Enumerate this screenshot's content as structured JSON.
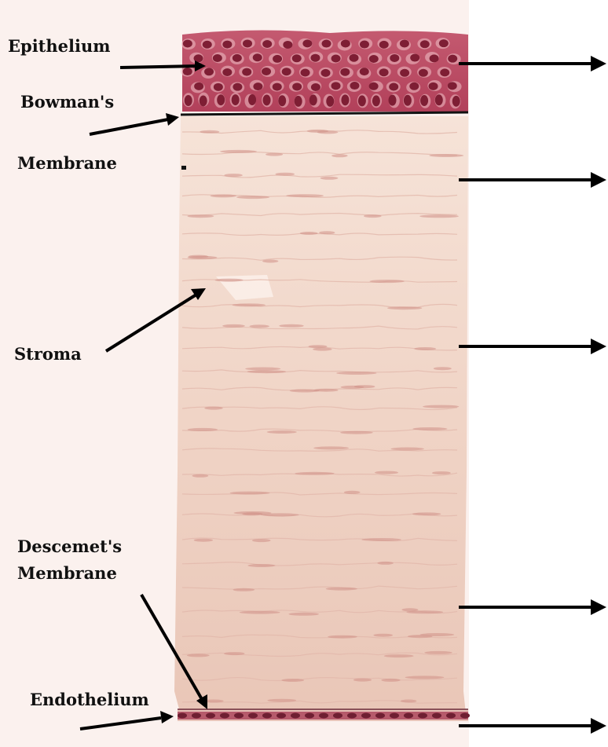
{
  "labels": {
    "epithelium": "Epithelium",
    "bowmans_line1": "Bowman's",
    "bowmans_line2": "Membrane",
    "stroma": "Stroma",
    "descemets_line1": "Descemet's",
    "descemets_line2": "Membrane",
    "endothelium": "Endothelium"
  },
  "colors": {
    "background": "#fbf1ee",
    "epithelium_tissue": "#b8485e",
    "epithelium_nuclei": "#7e1e34",
    "stroma_tissue": "#f1d6c9",
    "stroma_fibers": "#d9a79b",
    "endothelium_tissue": "#a84a5c",
    "arrow": "#000000",
    "text": "#111111"
  },
  "layers": [
    "Epithelium",
    "Bowman's Membrane",
    "Stroma",
    "Descemet's Membrane",
    "Endothelium"
  ]
}
